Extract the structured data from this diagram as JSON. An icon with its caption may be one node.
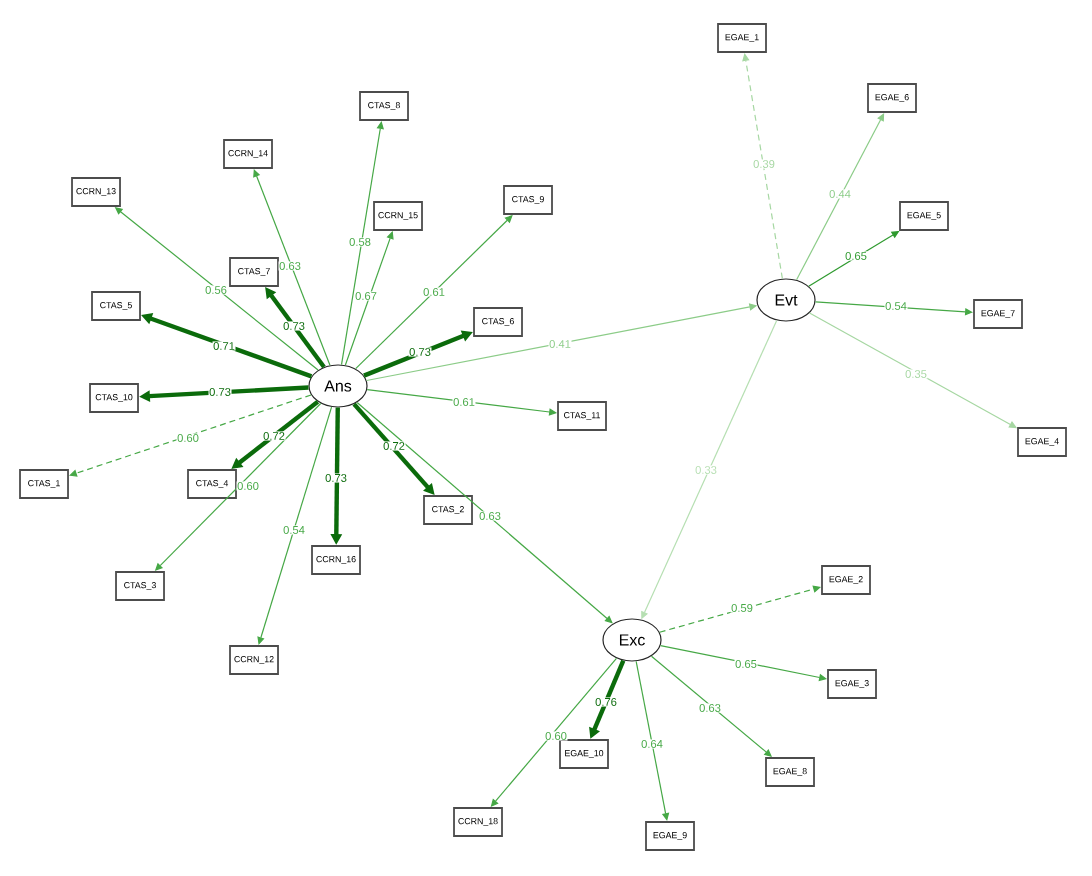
{
  "diagram": {
    "nodes": [
      {
        "text": [
          "Ans"
        ]
      },
      {
        "text": [
          "Evt"
        ]
      },
      {
        "text": [
          "Exc"
        ]
      },
      {
        "text": [
          "CTAS_8"
        ]
      },
      {
        "text": [
          "CCRN_15"
        ]
      },
      {
        "text": [
          "CTAS_9"
        ]
      },
      {
        "text": [
          "CTAS_6"
        ]
      },
      {
        "text": [
          "CCRN_14"
        ]
      },
      {
        "text": [
          "CCRN_13"
        ]
      },
      {
        "text": [
          "CTAS_7"
        ]
      },
      {
        "text": [
          "CTAS_5"
        ]
      },
      {
        "text": [
          "CTAS_10"
        ]
      },
      {
        "text": [
          "CTAS_1"
        ]
      },
      {
        "text": [
          "CTAS_4"
        ]
      },
      {
        "text": [
          "CTAS_3"
        ]
      },
      {
        "text": [
          "CCRN_16"
        ]
      },
      {
        "text": [
          "CCRN_12"
        ]
      },
      {
        "text": [
          "CTAS_11"
        ]
      },
      {
        "text": [
          "CTAS_2"
        ]
      },
      {
        "text": [
          "EGAE_1"
        ]
      },
      {
        "text": [
          "EGAE_6"
        ]
      },
      {
        "text": [
          "EGAE_5"
        ]
      },
      {
        "text": [
          "EGAE_7"
        ]
      },
      {
        "text": [
          "EGAE_4"
        ]
      },
      {
        "text": [
          "EGAE_2"
        ]
      },
      {
        "text": [
          "EGAE_3"
        ]
      },
      {
        "text": [
          "EGAE_8"
        ]
      },
      {
        "text": [
          "EGAE_9"
        ]
      },
      {
        "text": [
          "EGAE_10"
        ]
      },
      {
        "text": [
          "CCRN_18"
        ]
      }
    ],
    "edges": [
      {
        "from": 0,
        "to": 3,
        "arrow": "to",
        "label": "0.58"
      },
      {
        "from": 0,
        "to": 4,
        "arrow": "to",
        "label": "0.67"
      },
      {
        "from": 0,
        "to": 5,
        "arrow": "to",
        "label": "0.61"
      },
      {
        "from": 0,
        "to": 6,
        "arrow": "to",
        "label": "0.73",
        "style": "thick",
        "color": "#0b6b0b"
      },
      {
        "from": 0,
        "to": 7,
        "arrow": "to",
        "label": "0.63"
      },
      {
        "from": 0,
        "to": 8,
        "arrow": "to",
        "label": "0.56"
      },
      {
        "from": 0,
        "to": 9,
        "arrow": "to",
        "label": "0.73",
        "style": "thick",
        "color": "#0b6b0b"
      },
      {
        "from": 0,
        "to": 10,
        "arrow": "to",
        "label": "0.71",
        "style": "thick",
        "color": "#0b6b0b"
      },
      {
        "from": 0,
        "to": 11,
        "arrow": "to",
        "label": "0.73",
        "style": "thick",
        "color": "#0b6b0b"
      },
      {
        "from": 0,
        "to": 12,
        "arrow": "to",
        "label": "0.60",
        "style": "dashed"
      },
      {
        "from": 0,
        "to": 13,
        "arrow": "to",
        "label": "0.72",
        "style": "thick",
        "color": "#0b6b0b"
      },
      {
        "from": 0,
        "to": 14,
        "arrow": "to",
        "label": "0.60"
      },
      {
        "from": 0,
        "to": 15,
        "arrow": "to",
        "label": "0.73",
        "style": "thick",
        "color": "#0b6b0b"
      },
      {
        "from": 0,
        "to": 16,
        "arrow": "to",
        "label": "0.54"
      },
      {
        "from": 0,
        "to": 17,
        "arrow": "to",
        "label": "0.61"
      },
      {
        "from": 0,
        "to": 18,
        "arrow": "to",
        "label": "0.72",
        "style": "thick",
        "color": "#0b6b0b"
      },
      {
        "from": 0,
        "to": 2,
        "arrow": "to",
        "label": "0.63"
      },
      {
        "from": 0,
        "to": 1,
        "arrow": "to",
        "label": "0.41",
        "color": "#8ccc88"
      },
      {
        "from": 1,
        "to": 2,
        "arrow": "to",
        "label": "0.33",
        "color": "#b6dfb2"
      },
      {
        "from": 1,
        "to": 19,
        "arrow": "to",
        "label": "0.39",
        "style": "dashed",
        "color": "#a6d7a2"
      },
      {
        "from": 1,
        "to": 20,
        "arrow": "to",
        "label": "0.44",
        "color": "#8ccc88"
      },
      {
        "from": 1,
        "to": 21,
        "arrow": "to",
        "label": "0.65",
        "color": "#2f9a2f"
      },
      {
        "from": 1,
        "to": 22,
        "arrow": "to",
        "label": "0.54"
      },
      {
        "from": 1,
        "to": 23,
        "arrow": "to",
        "label": "0.35",
        "color": "#a6d7a2"
      },
      {
        "from": 2,
        "to": 24,
        "arrow": "to",
        "label": "0.59",
        "style": "dashed"
      },
      {
        "from": 2,
        "to": 25,
        "arrow": "to",
        "label": "0.65"
      },
      {
        "from": 2,
        "to": 26,
        "arrow": "to",
        "label": "0.63"
      },
      {
        "from": 2,
        "to": 27,
        "arrow": "to",
        "label": "0.64"
      },
      {
        "from": 2,
        "to": 28,
        "arrow": "to",
        "label": "0.76",
        "style": "thick",
        "color": "#0b6b0b"
      },
      {
        "from": 2,
        "to": 29,
        "arrow": "to",
        "label": "0.60"
      }
    ]
  }
}
